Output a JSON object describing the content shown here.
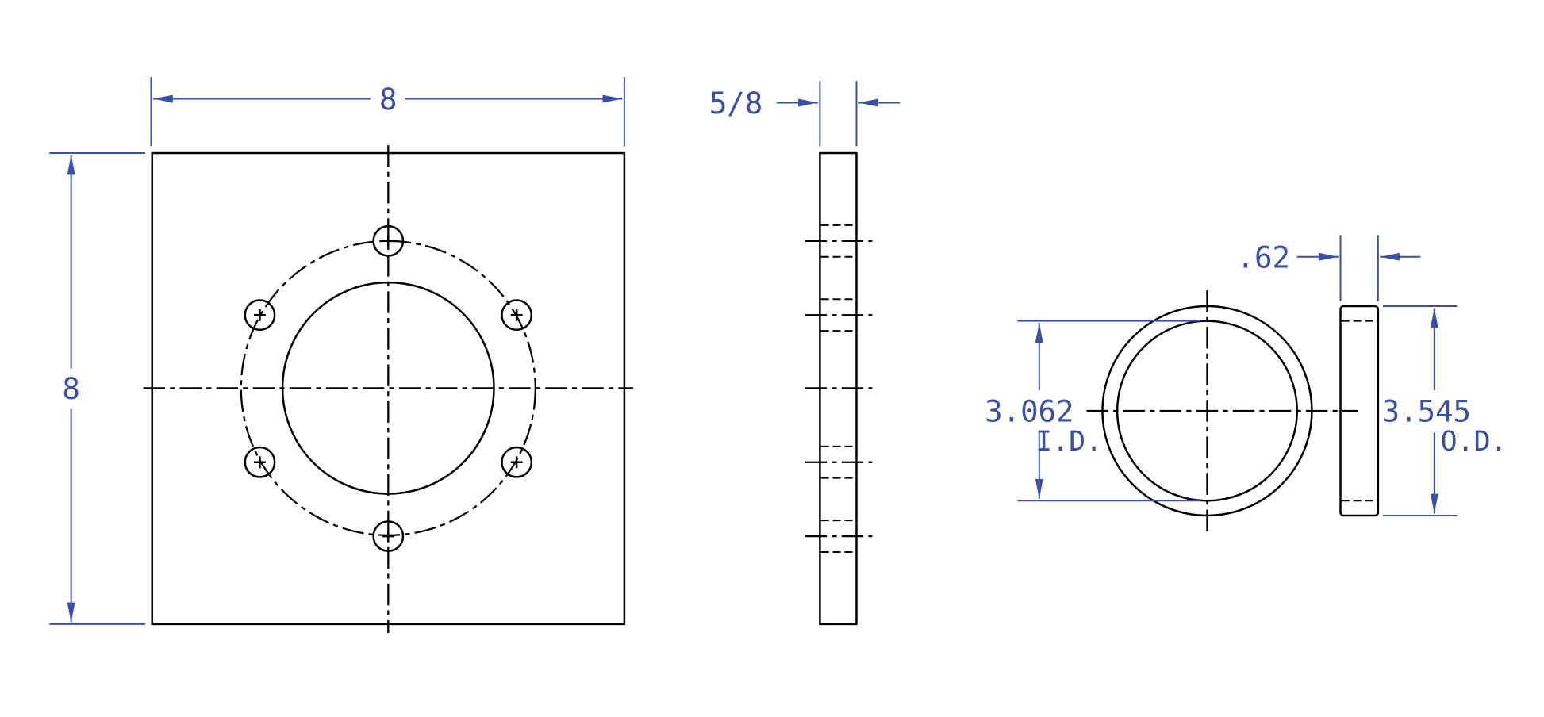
{
  "front_view": {
    "width_label": "8",
    "height_label": "8"
  },
  "side_view": {
    "thickness_label": "5/8"
  },
  "ring": {
    "thickness_label": ".62",
    "inner_diameter_value": "3.062",
    "inner_diameter_label": "I.D.",
    "outer_diameter_value": "3.545",
    "outer_diameter_label": "O.D."
  },
  "colors": {
    "dimension": "#3a50a8",
    "object": "#000000"
  }
}
